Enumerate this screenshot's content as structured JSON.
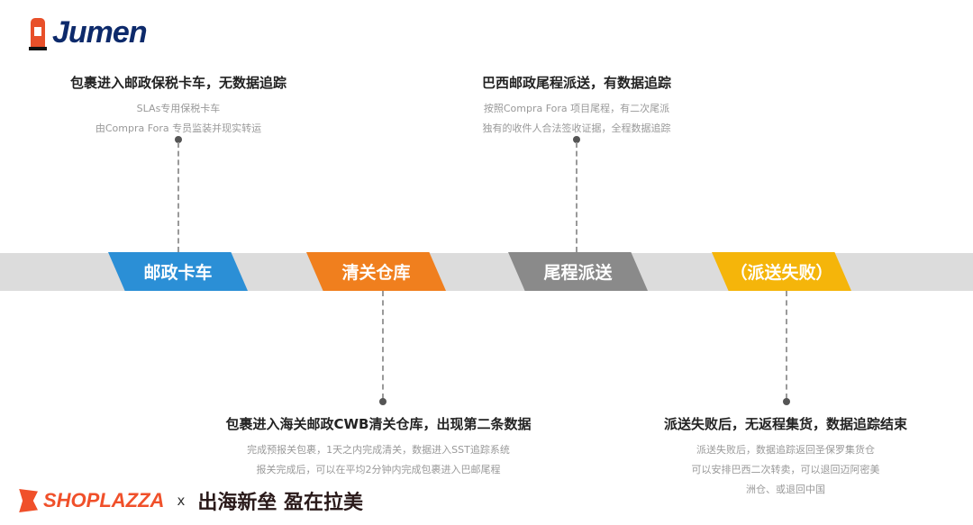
{
  "logo": {
    "brand": "Jumen",
    "icon": "postbox-icon"
  },
  "stages": [
    {
      "label": "邮政卡车",
      "color": "#2b8fd6"
    },
    {
      "label": "清关仓库",
      "color": "#f07f1e"
    },
    {
      "label": "尾程派送",
      "color": "#8a8a8a"
    },
    {
      "label": "（派送失败）",
      "color": "#f5b50a"
    }
  ],
  "notes": [
    {
      "title": "包裹进入邮政保税卡车，无数据追踪",
      "lines": [
        "SLAs专用保税卡车",
        "由Compra Fora 专员监装并现实转运"
      ]
    },
    {
      "title": "包裹进入海关邮政CWB清关仓库，出现第二条数据",
      "lines": [
        "完成预报关包裹，1天之内完成清关，数据进入SST追踪系统",
        "报关完成后，可以在平均2分钟内完成包裹进入巴邮尾程"
      ]
    },
    {
      "title": "巴西邮政尾程派送，有数据追踪",
      "lines": [
        "按照Compra Fora 项目尾程，有二次尾派",
        "独有的收件人合法签收证据，全程数据追踪"
      ]
    },
    {
      "title": "派送失败后，无返程集货，数据追踪结束",
      "lines": [
        "派送失败后，数据追踪返回圣保罗集货仓",
        "可以安排巴西二次转卖，可以退回迈阿密美",
        "洲仓、或退回中国"
      ]
    }
  ],
  "footer": {
    "shoplazza": "SHOPLAZZA",
    "x": "x",
    "slogan": "出海新垒 盈在拉美"
  }
}
